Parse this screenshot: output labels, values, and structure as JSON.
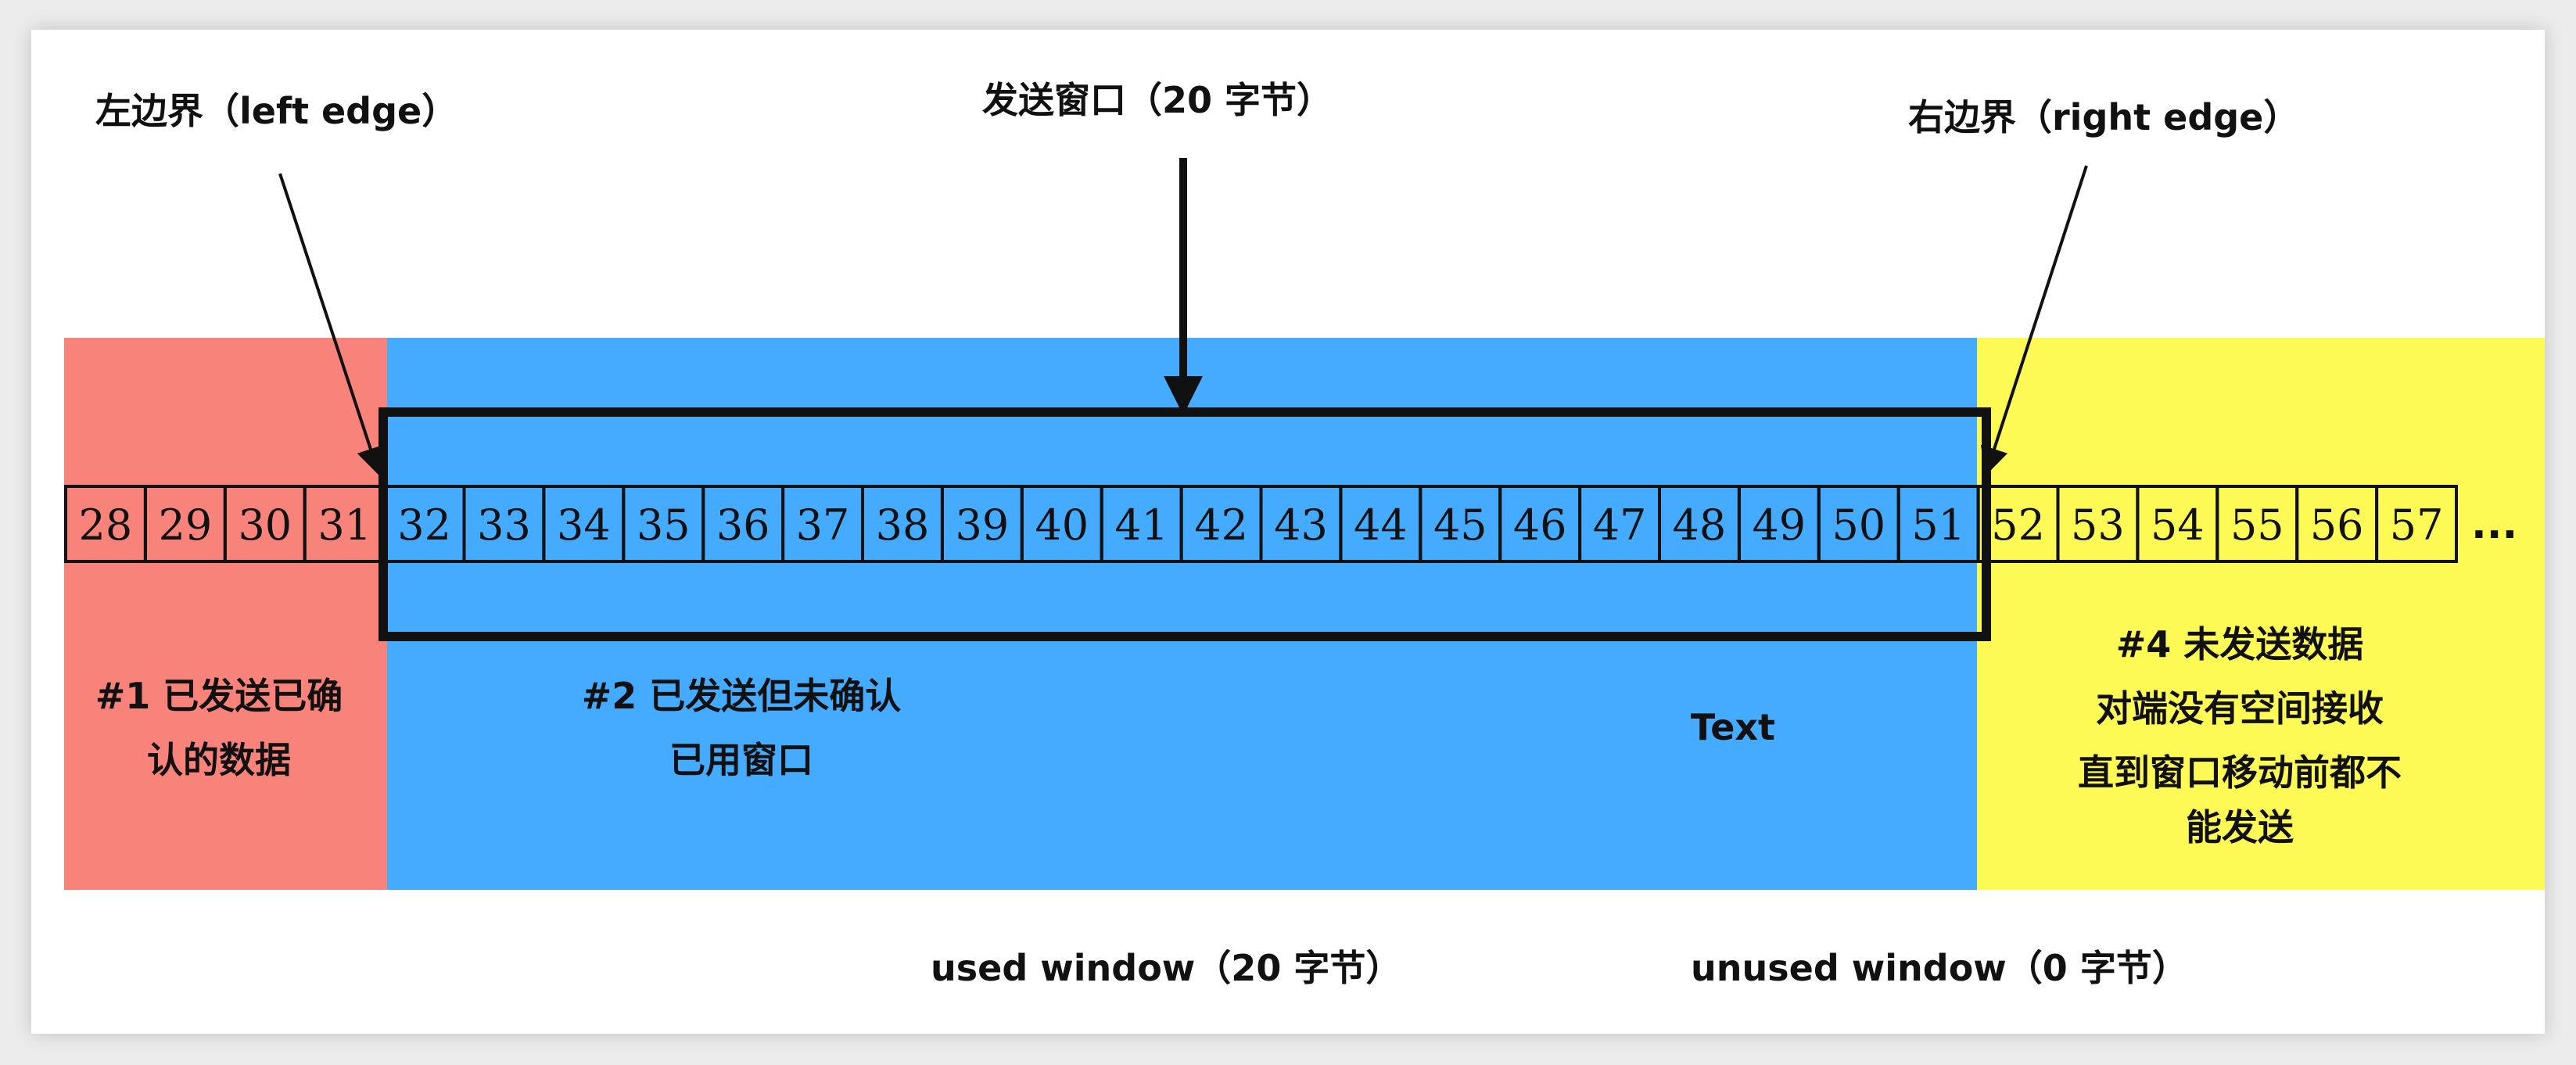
{
  "labels": {
    "left_edge": "左边界（left edge）",
    "send_window": "发送窗口（20 字节）",
    "right_edge": "右边界（right edge）",
    "used_window": "used window（20 字节）",
    "unused_window": "unused window（0 字节）",
    "ellipsis": "..."
  },
  "regions": {
    "sent_acked": {
      "color": "#f7837a",
      "lines": [
        "#1 已发送已确",
        "认的数据"
      ]
    },
    "sent_unacked": {
      "color": "#45abff",
      "lines": [
        "#2 已发送但未确认",
        "已用窗口"
      ],
      "extra_text": "Text"
    },
    "not_sendable": {
      "color": "#fdf955",
      "lines": [
        "#4 未发送数据",
        "对端没有空间接收",
        "直到窗口移动前都不",
        "能发送"
      ]
    }
  },
  "bytes": [
    28,
    29,
    30,
    31,
    32,
    33,
    34,
    35,
    36,
    37,
    38,
    39,
    40,
    41,
    42,
    43,
    44,
    45,
    46,
    47,
    48,
    49,
    50,
    51,
    52,
    53,
    54,
    55,
    56,
    57
  ]
}
